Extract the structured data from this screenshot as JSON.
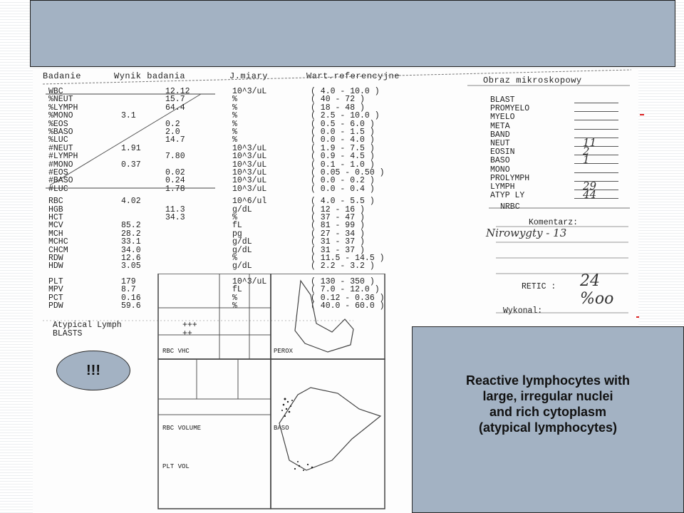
{
  "slide": {
    "badge_text": "!!!",
    "callout_lines": [
      "Reactive lymphocytes with",
      "large, irregular nuclei",
      "and rich cytoplasm",
      "(atypical lymphocytes)"
    ]
  },
  "report": {
    "headers": [
      "Badanie",
      "Wynik badania",
      "J.miary",
      "Wart.referencyjne"
    ],
    "rows": [
      {
        "name": "WBC",
        "result": "12.12",
        "unit": "10^3/uL",
        "ref": "( 4.0 - 10.0 )"
      },
      {
        "name": "%NEUT",
        "result": "15.7",
        "unit": "%",
        "ref": "( 40 - 72 )"
      },
      {
        "name": "%LYMPH",
        "result": "64.4",
        "unit": "%",
        "ref": "( 18 - 48 )"
      },
      {
        "name": "%MONO",
        "result": "3.1",
        "unit": "%",
        "ref": "( 2.5 - 10.0 )"
      },
      {
        "name": "%EOS",
        "result": "0.2",
        "unit": "%",
        "ref": "( 0.5 - 6.0 )"
      },
      {
        "name": "%BASO",
        "result": "2.0",
        "unit": "%",
        "ref": "( 0.0 - 1.5 )"
      },
      {
        "name": "%LUC",
        "result": "14.7",
        "unit": "%",
        "ref": "( 0.0 - 4.0 )"
      },
      {
        "name": "#NEUT",
        "result": "1.91",
        "unit": "10^3/uL",
        "ref": "( 1.9 - 7.5 )"
      },
      {
        "name": "#LYMPH",
        "result": "7.80",
        "unit": "10^3/uL",
        "ref": "( 0.9 - 4.5 )"
      },
      {
        "name": "#MONO",
        "result": "0.37",
        "unit": "10^3/uL",
        "ref": "( 0.1 - 1.0 )"
      },
      {
        "name": "#EOS",
        "result": "0.02",
        "unit": "10^3/uL",
        "ref": "( 0.05 - 0.50 )"
      },
      {
        "name": "#BASO",
        "result": "0.24",
        "unit": "10^3/uL",
        "ref": "( 0.0 - 0.2 )"
      },
      {
        "name": "#LUC",
        "result": "1.78",
        "unit": "10^3/uL",
        "ref": "( 0.0 - 0.4 )"
      },
      {
        "name": "RBC",
        "result": "4.02",
        "unit": "10^6/ul",
        "ref": "( 4.0 - 5.5 )"
      },
      {
        "name": "HGB",
        "result": "11.3",
        "unit": "g/dL",
        "ref": "( 12 - 16 )"
      },
      {
        "name": "HCT",
        "result": "34.3",
        "unit": "%",
        "ref": "( 37 - 47 )"
      },
      {
        "name": "MCV",
        "result": "85.2",
        "unit": "fL",
        "ref": "( 81 - 99 )"
      },
      {
        "name": "MCH",
        "result": "28.2",
        "unit": "pg",
        "ref": "( 27 - 34 )"
      },
      {
        "name": "MCHC",
        "result": "33.1",
        "unit": "g/dL",
        "ref": "( 31 - 37 )"
      },
      {
        "name": "CHCM",
        "result": "34.0",
        "unit": "g/dL",
        "ref": "( 31 - 37 )"
      },
      {
        "name": "RDW",
        "result": "12.6",
        "unit": "%",
        "ref": "( 11.5 - 14.5 )"
      },
      {
        "name": "HDW",
        "result": "3.05",
        "unit": "g/dL",
        "ref": "( 2.2 - 3.2 )"
      },
      {
        "name": "PLT",
        "result": "179",
        "unit": "10^3/uL",
        "ref": "( 130 - 350 )"
      },
      {
        "name": "MPV",
        "result": "8.7",
        "unit": "fL",
        "ref": "( 7.0 - 12.0 )"
      },
      {
        "name": "PCT",
        "result": "0.16",
        "unit": "%",
        "ref": "( 0.12 - 0.36 )"
      },
      {
        "name": "PDW",
        "result": "59.6",
        "unit": "%",
        "ref": "( 40.0 - 60.0 )"
      }
    ],
    "flags": [
      {
        "label": "Atypical Lymph",
        "value": "+++"
      },
      {
        "label": "BLASTS",
        "value": "++"
      }
    ],
    "smear": {
      "title": "Obraz mikroskopowy",
      "rows": [
        {
          "label": "BLAST",
          "value": ""
        },
        {
          "label": "PROMYELO",
          "value": ""
        },
        {
          "label": "MYELO",
          "value": ""
        },
        {
          "label": "META",
          "value": ""
        },
        {
          "label": "BAND",
          "value": ""
        },
        {
          "label": "NEUT",
          "value": "11"
        },
        {
          "label": "EOSIN",
          "value": "2"
        },
        {
          "label": "BASO",
          "value": "1"
        },
        {
          "label": "MONO",
          "value": ""
        },
        {
          "label": "PROLYMPH",
          "value": ""
        },
        {
          "label": "LYMPH",
          "value": "29"
        },
        {
          "label": "ATYP LY",
          "value": "44"
        }
      ],
      "nrbc_label": "NRBC",
      "comment_label": "Komentarz:",
      "comment_text": "Nirowygty - 13",
      "retic_label": "RETIC :",
      "retic_value": "24 %oo",
      "done_label": "Wykonal:"
    },
    "scatter_labels": [
      "RBC VHC",
      "PEROX",
      "RBC VOLUME",
      "BASO",
      "PLT VOL"
    ]
  }
}
